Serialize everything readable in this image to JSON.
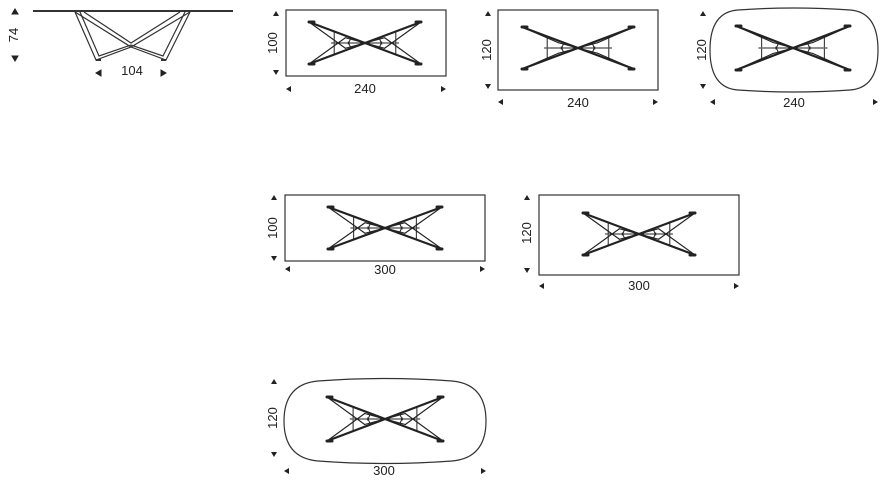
{
  "diagram": {
    "side_view": {
      "height_label": "74",
      "width_label": "104"
    },
    "tables": [
      {
        "id": "rect-240x100",
        "width_label": "240",
        "depth_label": "100",
        "shape": "rectangular"
      },
      {
        "id": "rect-240x120",
        "width_label": "240",
        "depth_label": "120",
        "shape": "rectangular"
      },
      {
        "id": "oval-240x120",
        "width_label": "240",
        "depth_label": "120",
        "shape": "barrel"
      },
      {
        "id": "rect-300x100",
        "width_label": "300",
        "depth_label": "100",
        "shape": "rectangular"
      },
      {
        "id": "rect-300x120",
        "width_label": "300",
        "depth_label": "120",
        "shape": "rectangular"
      },
      {
        "id": "oval-300x120",
        "width_label": "300",
        "depth_label": "120",
        "shape": "barrel"
      }
    ]
  }
}
